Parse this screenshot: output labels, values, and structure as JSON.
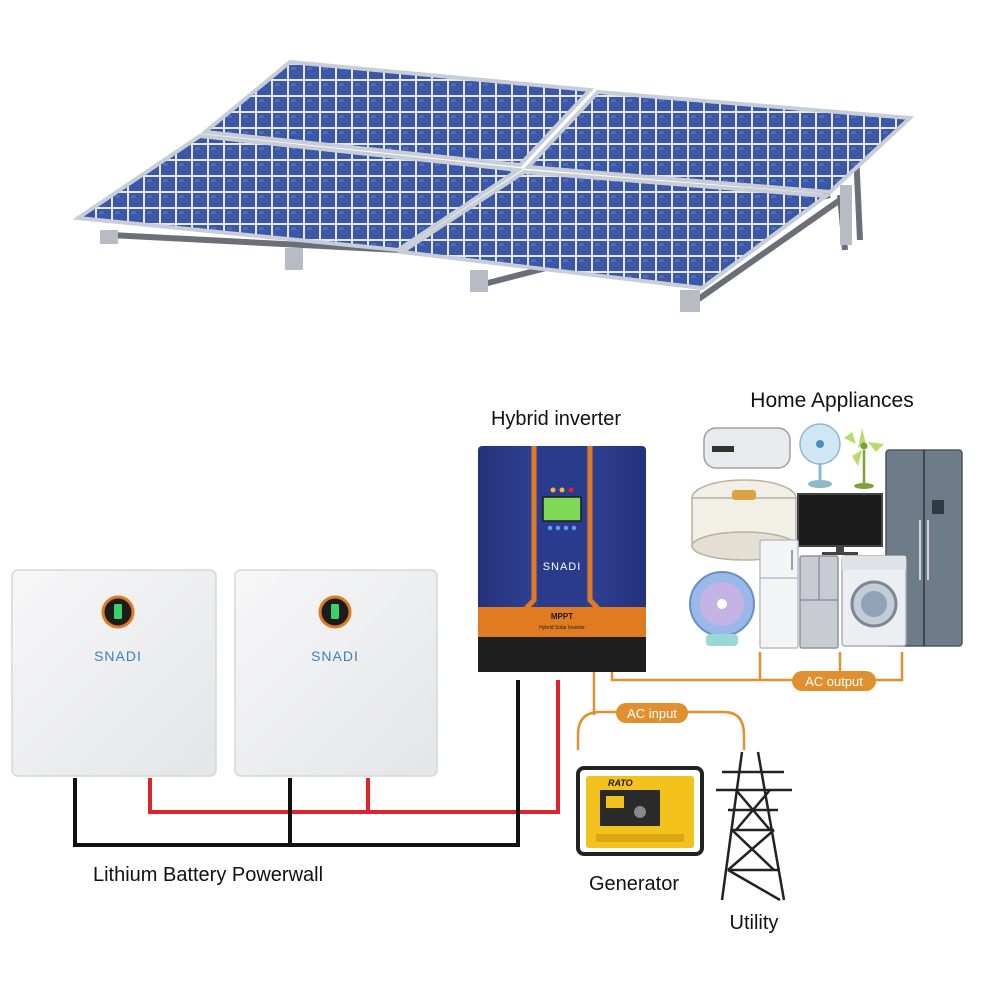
{
  "labels": {
    "hybrid_inverter": "Hybrid inverter",
    "home_appliances": "Home Appliances",
    "battery": "Lithium Battery Powerwall",
    "generator": "Generator",
    "utility": "Utility",
    "ac_output": "AC output",
    "ac_input": "AC input"
  },
  "brand": {
    "battery_logo": "SNADI",
    "inverter_logo": "SNADI",
    "inverter_badge": "MPPT",
    "inverter_subtitle": "Hybrid Solar Inverter",
    "generator_logo": "RATO"
  },
  "icons": {
    "panels": "solar-panel-icon",
    "battery": "battery-icon",
    "inverter": "inverter-icon",
    "generator": "generator-icon",
    "tower": "power-tower-icon",
    "appliances": "appliances-icon"
  },
  "colors": {
    "panel_cell": "#3a57a8",
    "panel_frame": "#c9ced6",
    "inverter_body": "#2e3f92",
    "inverter_accent": "#e07b22",
    "wire_dc_positive": "#e0222a",
    "wire_dc_negative": "#111111",
    "wire_ac": "#e0902e",
    "battery_logo": "#3a7fc1"
  }
}
